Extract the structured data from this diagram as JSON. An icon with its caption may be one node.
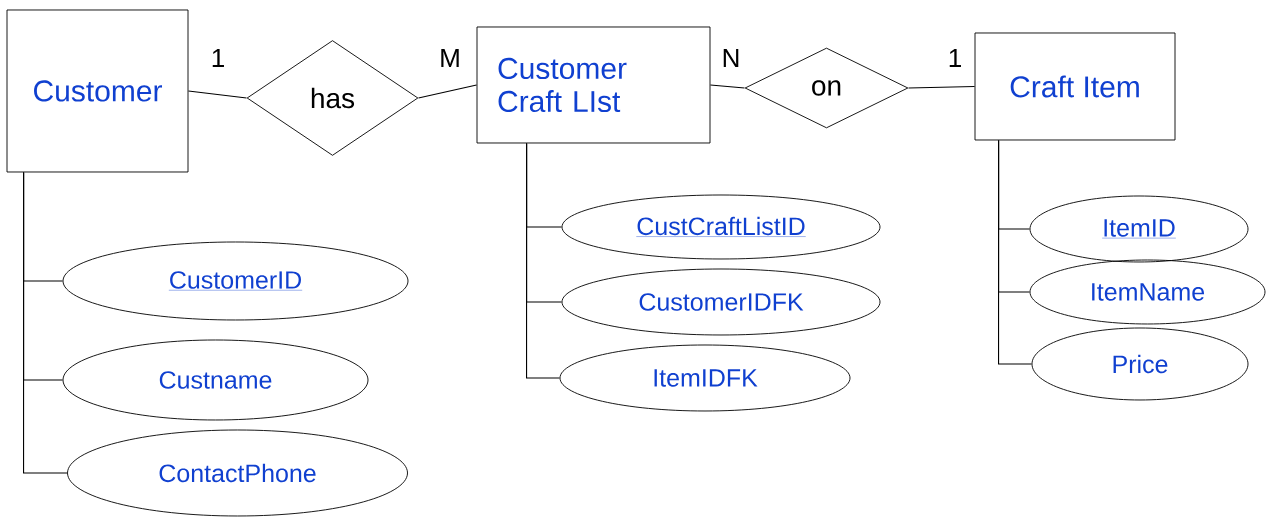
{
  "diagram": {
    "nodes": [
      {
        "text": [
          "Customer"
        ]
      },
      {
        "text": [
          "has"
        ]
      },
      {
        "text": [
          "Customer Craft LIst"
        ]
      },
      {
        "text": [
          "on"
        ]
      },
      {
        "text": [
          "Craft Item"
        ]
      },
      {
        "text": [
          "CustomerID"
        ]
      },
      {
        "text": [
          "Custname"
        ]
      },
      {
        "text": [
          "ContactPhone"
        ]
      },
      {
        "text": [
          "CustCraftListID"
        ]
      },
      {
        "text": [
          "CustomerIDFK"
        ]
      },
      {
        "text": [
          "ItemIDFK"
        ]
      },
      {
        "text": [
          "ItemID"
        ]
      },
      {
        "text": [
          "ItemName"
        ]
      },
      {
        "text": [
          "Price"
        ]
      }
    ],
    "edges": [
      {
        "from": 0,
        "to": 1,
        "arrow": "none"
      },
      {
        "from": 1,
        "to": 2,
        "arrow": "none"
      },
      {
        "from": 2,
        "to": 3,
        "arrow": "none"
      },
      {
        "from": 3,
        "to": 4,
        "arrow": "none"
      },
      {
        "from": 0,
        "to": 5,
        "arrow": "none"
      },
      {
        "from": 0,
        "to": 6,
        "arrow": "none"
      },
      {
        "from": 0,
        "to": 7,
        "arrow": "none"
      },
      {
        "from": 2,
        "to": 8,
        "arrow": "none"
      },
      {
        "from": 2,
        "to": 9,
        "arrow": "none"
      },
      {
        "from": 2,
        "to": 10,
        "arrow": "none"
      },
      {
        "from": 4,
        "to": 11,
        "arrow": "none"
      },
      {
        "from": 4,
        "to": 12,
        "arrow": "none"
      },
      {
        "from": 4,
        "to": 13,
        "arrow": "none"
      }
    ],
    "labels": [
      "1",
      "M",
      "N",
      "1"
    ]
  }
}
